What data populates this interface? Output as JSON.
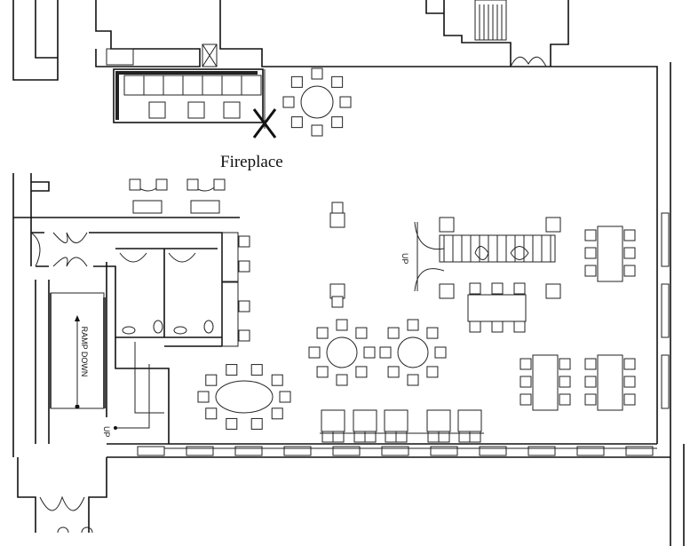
{
  "plan": {
    "fireplace_label": "Fireplace",
    "ramp_label": "RAMP DOWN",
    "stair_up_label_left": "UP",
    "stair_up_label_center": "UP"
  },
  "colors": {
    "line": "#111111",
    "background": "#ffffff"
  }
}
